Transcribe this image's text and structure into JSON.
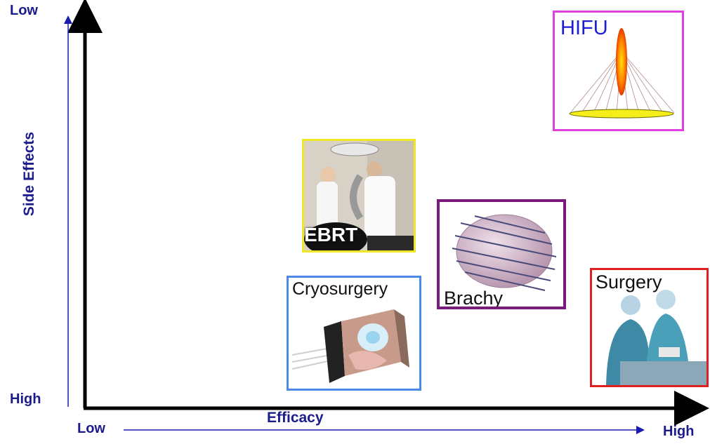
{
  "axes": {
    "y_top_label": "Low",
    "y_bottom_label": "High",
    "y_title": "Side Effects",
    "x_left_label": "Low",
    "x_right_label": "High",
    "x_title": "Efficacy"
  },
  "treatments": [
    {
      "label": "HIFU",
      "border_color": "#e040e0"
    },
    {
      "label": "EBRT",
      "border_color": "#f0e628"
    },
    {
      "label": "Brachy",
      "border_color": "#7a1a7a"
    },
    {
      "label": "Cryosurgery",
      "border_color": "#4a8ae6"
    },
    {
      "label": "Surgery",
      "border_color": "#e02020"
    }
  ],
  "colors": {
    "axis": "#000000",
    "label_text": "#1c1c8c",
    "helper_arrow": "#1a1ab0"
  }
}
